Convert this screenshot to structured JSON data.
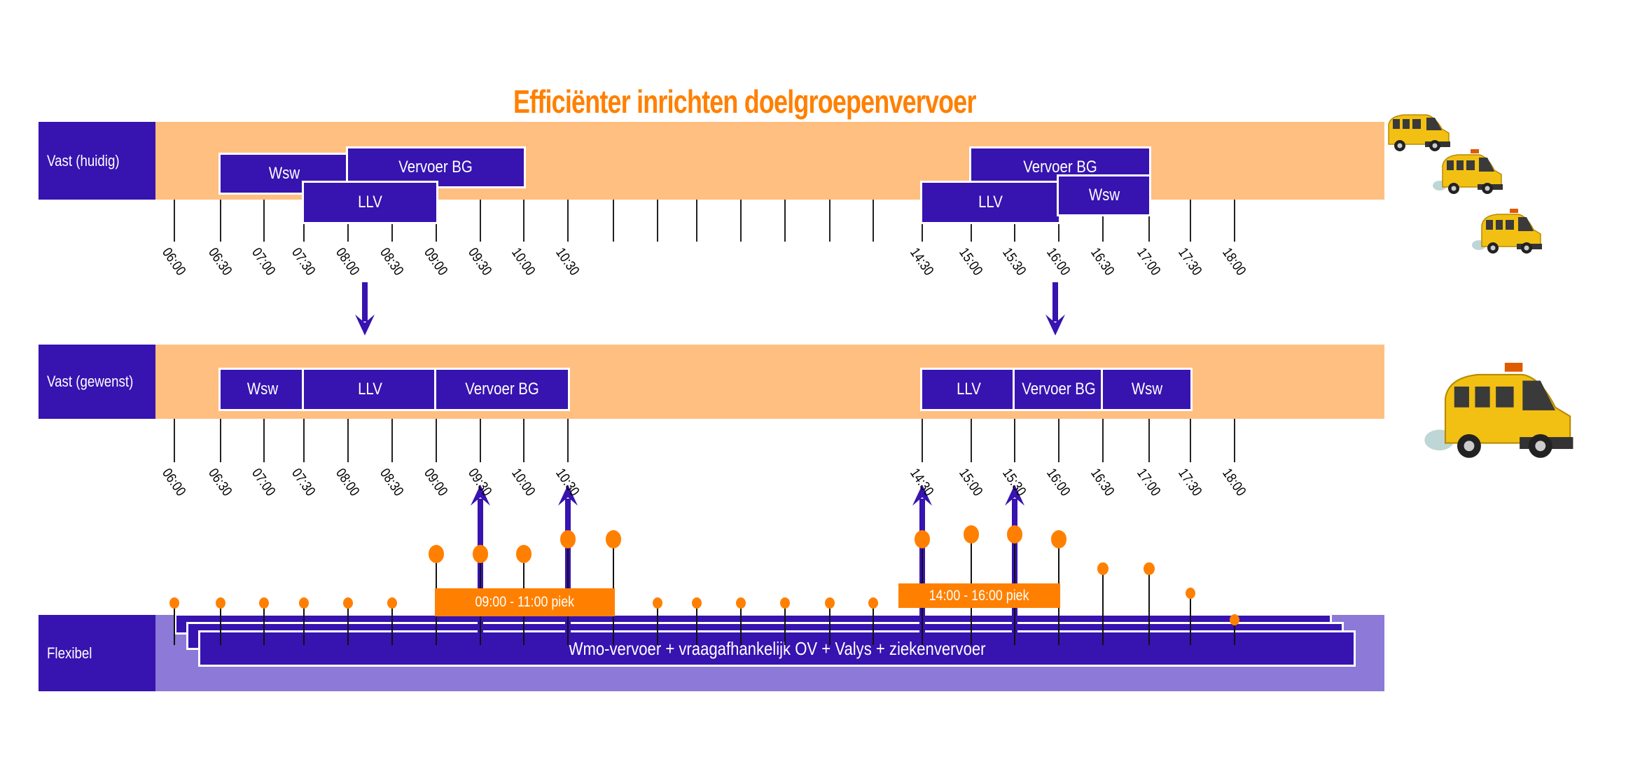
{
  "title": "Efficiënter inrichten doelgroepenvervoer",
  "colors": {
    "title": "#FF8000",
    "label_bg": "#3713B0",
    "fixed_band": "#FFBF80",
    "flex_band": "#8C79D8",
    "box": "#3713B0",
    "dot": "#FF8000",
    "arrow": "#3713B0"
  },
  "rows": [
    {
      "id": "huidig",
      "label": "Vast (huidig)",
      "ticks": [
        "06:00",
        "06:30",
        "07:00",
        "07:30",
        "08:00",
        "08:30",
        "09:00",
        "09:30",
        "10:00",
        "10:30",
        "",
        "",
        "",
        "",
        "",
        "",
        "",
        "",
        "14:30",
        "15:00",
        "15:30",
        "16:00",
        "16:30",
        "17:00",
        "17:30",
        "18:00"
      ],
      "blocks": [
        {
          "label": "Wsw",
          "start": "06:30",
          "end": "08:00"
        },
        {
          "label": "Vervoer BG",
          "start": "08:00",
          "end": "10:00"
        },
        {
          "label": "LLV",
          "start": "07:30",
          "end": "09:00"
        },
        {
          "label": "Vervoer BG",
          "start": "15:00",
          "end": "17:00"
        },
        {
          "label": "LLV",
          "start": "14:30",
          "end": "16:00"
        },
        {
          "label": "Wsw",
          "start": "16:00",
          "end": "17:00"
        }
      ]
    },
    {
      "id": "gewenst",
      "label": "Vast (gewenst)",
      "ticks": [
        "06:00",
        "06:30",
        "07:00",
        "07:30",
        "08:00",
        "08:30",
        "09:00",
        "09:30",
        "10:00",
        "10:30",
        "",
        "",
        "",
        "",
        "",
        "",
        "",
        "",
        "14:30",
        "15:00",
        "15:30",
        "16:00",
        "16:30",
        "17:00",
        "17:30",
        "18:00"
      ],
      "blocks": [
        {
          "label": "Wsw",
          "start": "06:30",
          "end": "07:30"
        },
        {
          "label": "LLV",
          "start": "07:30",
          "end": "09:00"
        },
        {
          "label": "Vervoer BG",
          "start": "09:00",
          "end": "10:30"
        },
        {
          "label": "LLV",
          "start": "14:30",
          "end": "15:30"
        },
        {
          "label": "Vervoer BG",
          "start": "15:30",
          "end": "16:30"
        },
        {
          "label": "Wsw",
          "start": "16:30",
          "end": "17:30"
        }
      ]
    },
    {
      "id": "flexibel",
      "label": "Flexibel",
      "bar_label": "Wmo-vervoer + vraagafhankelijk OV + Valys + ziekenvervoer"
    }
  ],
  "arrows_down": [
    "08:00",
    "16:00"
  ],
  "arrows_up": [
    "09:30",
    "10:30",
    "14:30",
    "15:30"
  ],
  "demand": {
    "times": [
      "06:00",
      "06:30",
      "07:00",
      "07:30",
      "08:00",
      "08:30",
      "09:00",
      "09:30",
      "10:00",
      "10:30",
      "11:00",
      "11:30",
      "12:00",
      "12:30",
      "13:00",
      "13:30",
      "14:00",
      "14:30",
      "15:00",
      "15:30",
      "16:00",
      "16:30",
      "17:00",
      "17:30",
      "18:00"
    ],
    "levels": [
      1,
      1,
      1,
      1,
      1,
      1,
      2,
      2,
      2,
      2.3,
      2.3,
      1,
      1,
      1,
      1,
      1,
      1,
      2.3,
      2.4,
      2.4,
      2.3,
      1.7,
      1.7,
      1.2,
      0.5
    ]
  },
  "peaks": [
    {
      "label": "09:00 - 11:00 piek"
    },
    {
      "label": "14:00 - 16:00 piek"
    }
  ],
  "icons": [
    "taxi-van-icon",
    "taxi-van-icon",
    "taxi-van-icon",
    "taxi-van-large-icon"
  ]
}
